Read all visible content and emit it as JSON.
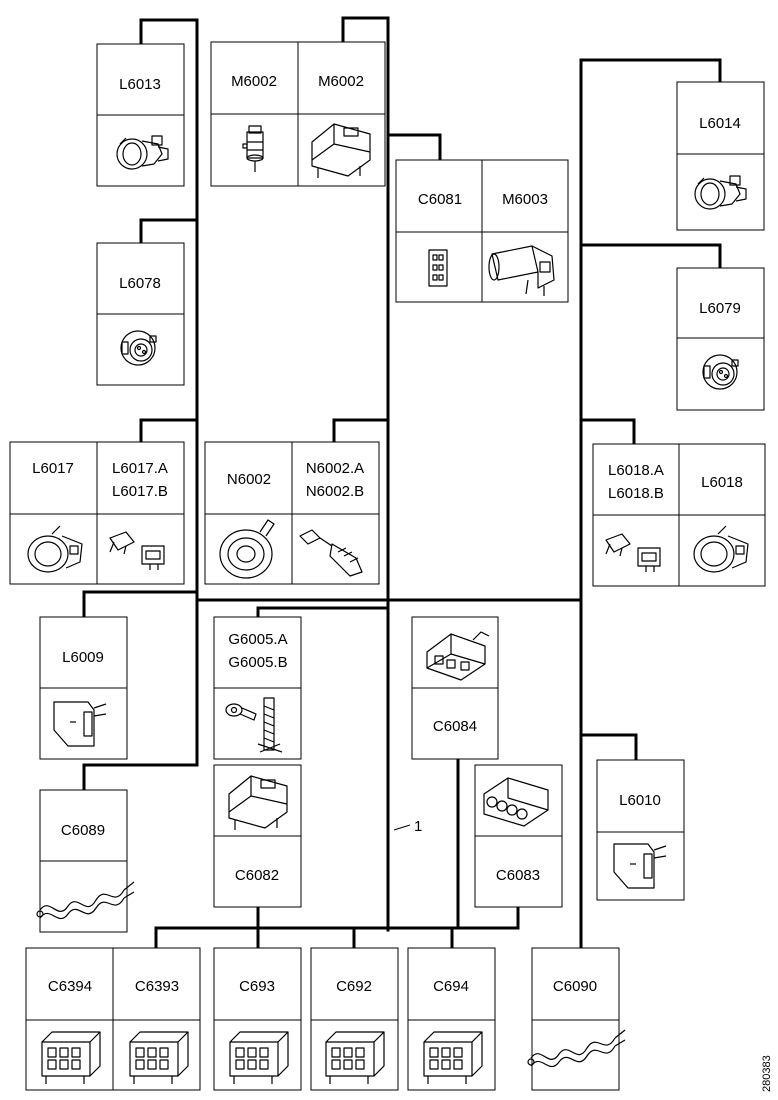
{
  "wire_label": "1",
  "figure_code": "280383",
  "components": {
    "L6013": "L6013",
    "M6002_motor": "M6002",
    "M6002_connector": "M6002",
    "C6081": "C6081",
    "M6003": "M6003",
    "L6014": "L6014",
    "L6078": "L6078",
    "L6079": "L6079",
    "L6017": "L6017",
    "L6017_AB_a": "L6017.A",
    "L6017_AB_b": "L6017.B",
    "N6002": "N6002",
    "N6002_AB_a": "N6002.A",
    "N6002_AB_b": "N6002.B",
    "L6018_AB_a": "L6018.A",
    "L6018_AB_b": "L6018.B",
    "L6018": "L6018",
    "L6009": "L6009",
    "G6005_a": "G6005.A",
    "G6005_b": "G6005.B",
    "C6084": "C6084",
    "L6010": "L6010",
    "C6089": "C6089",
    "C6082": "C6082",
    "C6083": "C6083",
    "C6394": "C6394",
    "C6393": "C6393",
    "C693": "C693",
    "C692": "C692",
    "C694": "C694",
    "C6090": "C6090"
  }
}
